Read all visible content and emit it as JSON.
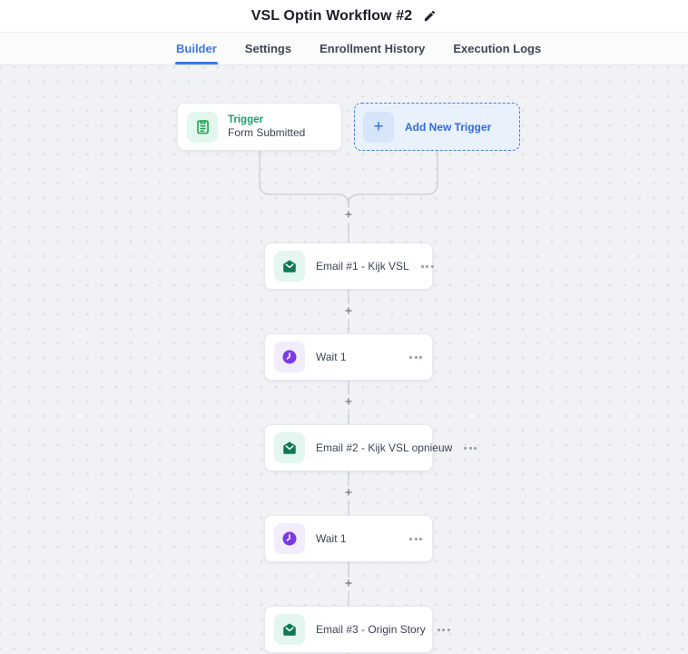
{
  "header": {
    "title": "VSL Optin Workflow #2",
    "edit_icon": "pencil-icon"
  },
  "tabs": [
    {
      "label": "Builder",
      "active": true
    },
    {
      "label": "Settings",
      "active": false
    },
    {
      "label": "Enrollment History",
      "active": false
    },
    {
      "label": "Execution Logs",
      "active": false
    }
  ],
  "trigger_section": {
    "trigger_card": {
      "icon": "clipboard-form-icon",
      "label": "Trigger",
      "name": "Form Submitted"
    },
    "add_trigger": {
      "icon": "plus-icon",
      "label": "Add New Trigger"
    }
  },
  "nodes": [
    {
      "type": "email",
      "icon": "email-icon",
      "label": "Email #1 - Kijk VSL"
    },
    {
      "type": "wait",
      "icon": "clock-icon",
      "label": "Wait 1"
    },
    {
      "type": "email",
      "icon": "email-icon",
      "label": "Email #2 - Kijk VSL opnieuw"
    },
    {
      "type": "wait",
      "icon": "clock-icon",
      "label": "Wait 1"
    },
    {
      "type": "email",
      "icon": "email-icon",
      "label": "Email #3 - Origin Story"
    }
  ],
  "connector": {
    "add_step_symbol": "+"
  },
  "colors": {
    "tab_active_blue": "#3d77e8",
    "trigger_green": "#14a06b",
    "email_icon_green": "#0c7a52",
    "icon_bg_green": "#e4f7ee",
    "wait_purple": "#7b39e8",
    "icon_bg_purple": "#f2edfd",
    "add_trigger_blue": "#2e6be2",
    "add_trigger_bg": "#e9f1fd",
    "canvas_bg": "#f1f2f5",
    "connector_gray": "#c9cdd6"
  }
}
